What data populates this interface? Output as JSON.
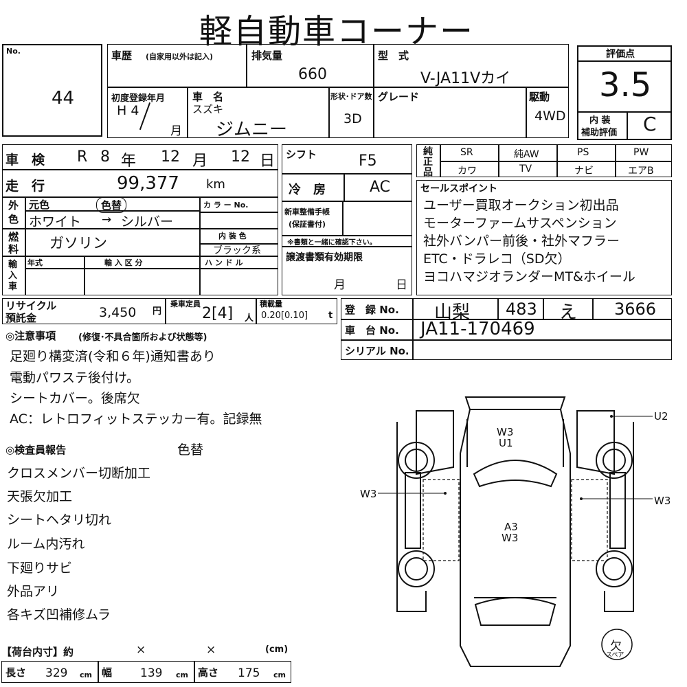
{
  "title": "軽自動車コーナー",
  "lot": {
    "label": "No.",
    "number": "44"
  },
  "history": {
    "label": "車歴",
    "sub": "(自家用以外は記入)",
    "value": ""
  },
  "displacement": {
    "label": "排気量",
    "value": "660"
  },
  "model": {
    "label": "型　式",
    "value": "V-JA11Vカイ"
  },
  "first_reg": {
    "label": "初度登録年月",
    "era": "H 4",
    "month_unit": "月"
  },
  "car_name": {
    "label": "車　名",
    "maker": "スズキ",
    "name": "ジムニー"
  },
  "shape": {
    "label": "形状･ドア数",
    "value": "3D"
  },
  "grade": {
    "label": "グレード",
    "value": ""
  },
  "drive": {
    "label": "駆動",
    "value": "4WD"
  },
  "score": {
    "label": "評価点",
    "value": "3.5",
    "interior_label_1": "内 装",
    "interior_label_2": "補助評価",
    "interior_value": "C"
  },
  "shaken": {
    "label": "車　検",
    "era": "R",
    "year": "8",
    "year_unit": "年",
    "month": "12",
    "month_unit": "月",
    "day": "12",
    "day_unit": "日"
  },
  "mileage": {
    "label": "走　行",
    "value": "99,377",
    "unit": "km"
  },
  "color": {
    "label_1": "外",
    "label_2": "色",
    "orig_label": "元色",
    "repaint": "色替",
    "from": "ホワイト",
    "arrow": "→",
    "to": "シルバー",
    "color_no_label": "カ ラ ー No.",
    "color_no": ""
  },
  "fuel": {
    "label_1": "燃",
    "label_2": "料",
    "value": "ガソリン",
    "interior_color_label": "内 装 色",
    "interior_color": "ブラック系"
  },
  "import": {
    "label_1": "輸",
    "label_2": "入",
    "label_3": "車",
    "year_label": "年式",
    "type_label": "輸 入 区 分",
    "handle_label": "ハ ン ド ル"
  },
  "shift": {
    "label": "シフト",
    "value": "F5"
  },
  "ac": {
    "label": "冷　房",
    "value": "AC"
  },
  "new_car_warranty": {
    "label_1": "新車整備手帳",
    "label_2": "(保証書付)",
    "note": "※書類と一緒に確認下さい。"
  },
  "transfer": {
    "label": "譲渡書類有効期限",
    "month": "月",
    "day": "日"
  },
  "equipment": {
    "side_label": [
      "純",
      "正",
      "品"
    ],
    "row1": [
      "SR",
      "純AW",
      "PS",
      "PW"
    ],
    "row2": [
      "カワ",
      "TV",
      "ナビ",
      "エアB"
    ]
  },
  "sales_points": {
    "label": "セールスポイント",
    "lines": [
      "ユーザー買取オークション初出品",
      "モーターファームサスペンション",
      "社外バンパー前後・社外マフラー",
      "ETC・ドラレコ（SD欠）",
      "ヨコハマジオランダーMT&ホイール"
    ]
  },
  "recycle": {
    "label_1": "リサイクル",
    "label_2": "預託金",
    "value": "3,450",
    "unit": "円"
  },
  "capacity": {
    "label": "乗車定員",
    "value": "2[4]",
    "unit": "人"
  },
  "load": {
    "label": "積載量",
    "value": "0.20[0.10]",
    "unit": "t"
  },
  "registration": {
    "label": "登　録 No.",
    "pref": "山梨",
    "num": "483",
    "kana": "え",
    "serial": "3666"
  },
  "chassis": {
    "label": "車　台 No.",
    "value": "JA11-170469"
  },
  "serial": {
    "label": "シリアル No.",
    "value": ""
  },
  "notes": {
    "label": "◎注意事項",
    "sub": "(修復･不具合箇所および状態等)",
    "lines": [
      "足廻り構変済(令和６年)通知書あり",
      "電動パワステ後付け。",
      "シートカバー。後席欠",
      "AC：レトロフィットステッカー有。記録無"
    ]
  },
  "inspector": {
    "label": "◎検査員報告",
    "repaint": "色替",
    "lines": [
      "クロスメンバー切断加工",
      "天張欠加工",
      "シートヘタリ切れ",
      "ルーム内汚れ",
      "下廻りサビ",
      "外品アリ",
      "各キズ凹補修ムラ"
    ]
  },
  "cargo": {
    "label": "【荷台内寸】約",
    "x": "×",
    "unit": "(cm)",
    "length_label": "長さ",
    "length": "329",
    "width_label": "幅",
    "width": "139",
    "height_label": "高さ",
    "height": "175",
    "cm": "cm"
  },
  "diagram": {
    "marks": {
      "front": "W3",
      "front2": "U1",
      "left": "W3",
      "right": "W3",
      "right_door": "U2",
      "center": "A3",
      "center2": "W3"
    },
    "spare": "欠",
    "spare_label": "スペア"
  }
}
